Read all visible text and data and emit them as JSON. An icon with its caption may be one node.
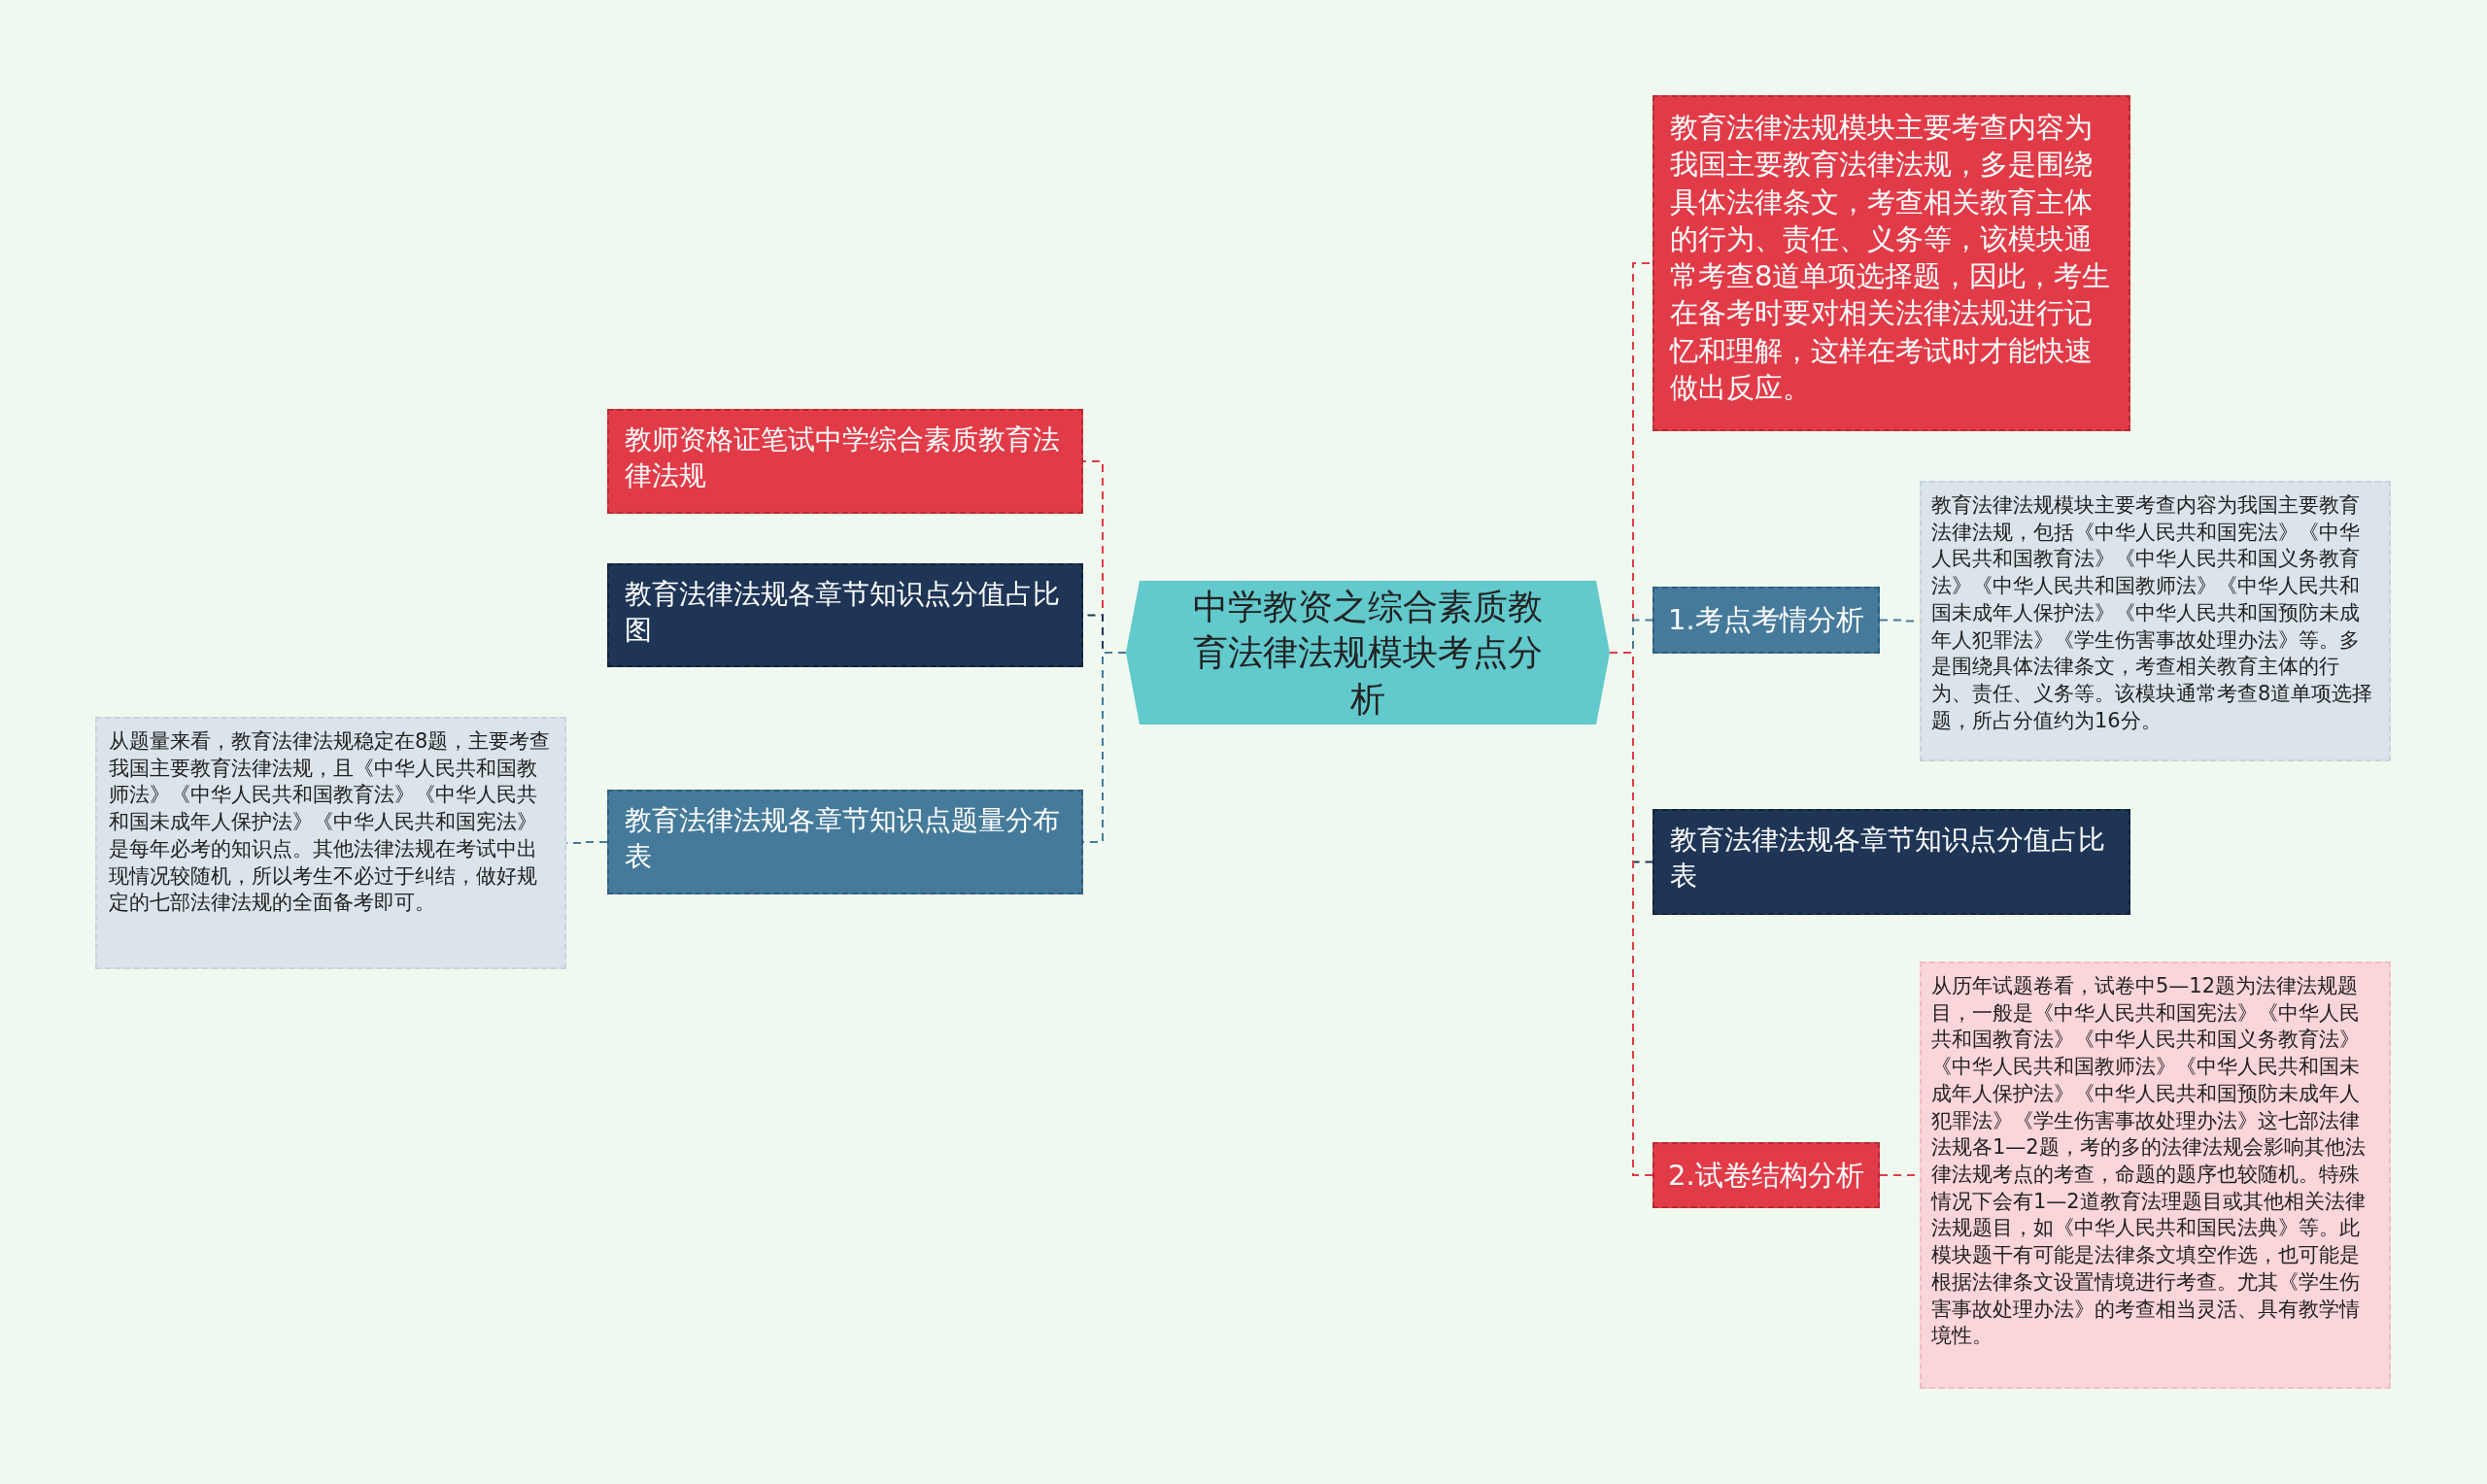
{
  "diagram": {
    "nodes": [
      {
        "text": [
          "中学教资之综合素质教育法律法规模块考点分析"
        ]
      },
      {
        "text": [
          "教师资格证笔试中学综合素质教育法律法规"
        ]
      },
      {
        "text": [
          "教育法律法规各章节知识点分值占比图"
        ]
      },
      {
        "text": [
          "教育法律法规各章节知识点题量分布表"
        ]
      },
      {
        "text": [
          "从题量来看，教育法律法规稳定在8题，主要考查我国主要教育法律法规，且《中华人民共和国教师法》《中华人民共和国教育法》《中华人民共和国未成年人保护法》《中华人民共和国宪法》是每年必考的知识点。其他法律法规在考试中出现情况较随机，所以考生不必过于纠结，做好规定的七部法律法规的全面备考即可。"
        ]
      },
      {
        "text": [
          "教育法律法规模块主要考查内容为我国主要教育法律法规，多是围绕具体法律条文，考查相关教育主体的行为、责任、义务等，该模块通常考查8道单项选择题，因此，考生在备考时要对相关法律法规进行记忆和理解，这样在考试时才能快速做出反应。"
        ]
      },
      {
        "text": [
          "1.考点考情分析"
        ]
      },
      {
        "text": [
          "教育法律法规模块主要考查内容为我国主要教育法律法规，包括《中华人民共和国宪法》《中华人民共和国教育法》《中华人民共和国义务教育法》《中华人民共和国教师法》《中华人民共和国未成年人保护法》《中华人民共和国预防未成年人犯罪法》《学生伤害事故处理办法》等。多是围绕具体法律条文，考查相关教育主体的行为、责任、义务等。该模块通常考查8道单项选择题，所占分值约为16分。"
        ]
      },
      {
        "text": [
          "教育法律法规各章节知识点分值占比表"
        ]
      },
      {
        "text": [
          "2.试卷结构分析"
        ]
      },
      {
        "text": [
          "从历年试题卷看，试卷中5—12题为法律法规题目，一般是《中华人民共和国宪法》《中华人民共和国教育法》《中华人民共和国义务教育法》《中华人民共和国教师法》《中华人民共和国未成年人保护法》《中华人民共和国预防未成年人犯罪法》《学生伤害事故处理办法》这七部法律法规各1—2题，考的多的法律法规会影响其他法律法规考点的考查，命题的题序也较随机。特殊情况下会有1—2道教育法理题目或其他相关法律法规题目，如《中华人民共和国民法典》等。此模块题干有可能是法律条文填空作选，也可能是根据法律条文设置情境进行考查。尤其《学生伤害事故处理办法》的考查相当灵活、具有教学情境性。"
        ]
      }
    ],
    "edges": [
      {
        "from": 0,
        "to": 1,
        "arrow": "none",
        "style": "dashed",
        "color": "#e23b48"
      },
      {
        "from": 0,
        "to": 2,
        "arrow": "none",
        "style": "dashed",
        "color": "#1e3556"
      },
      {
        "from": 0,
        "to": 3,
        "arrow": "none",
        "style": "dashed",
        "color": "#457a9a"
      },
      {
        "from": 3,
        "to": 4,
        "arrow": "none",
        "style": "dashed",
        "color": "#457a9a"
      },
      {
        "from": 0,
        "to": 5,
        "arrow": "none",
        "style": "dashed",
        "color": "#e23b48"
      },
      {
        "from": 0,
        "to": 6,
        "arrow": "none",
        "style": "dashed",
        "color": "#457a9a"
      },
      {
        "from": 6,
        "to": 7,
        "arrow": "none",
        "style": "dashed",
        "color": "#457a9a"
      },
      {
        "from": 0,
        "to": 8,
        "arrow": "none",
        "style": "dashed",
        "color": "#1e3556"
      },
      {
        "from": 0,
        "to": 9,
        "arrow": "none",
        "style": "dashed",
        "color": "#e23b48"
      },
      {
        "from": 9,
        "to": 10,
        "arrow": "none",
        "style": "dashed",
        "color": "#e23b48"
      }
    ]
  }
}
